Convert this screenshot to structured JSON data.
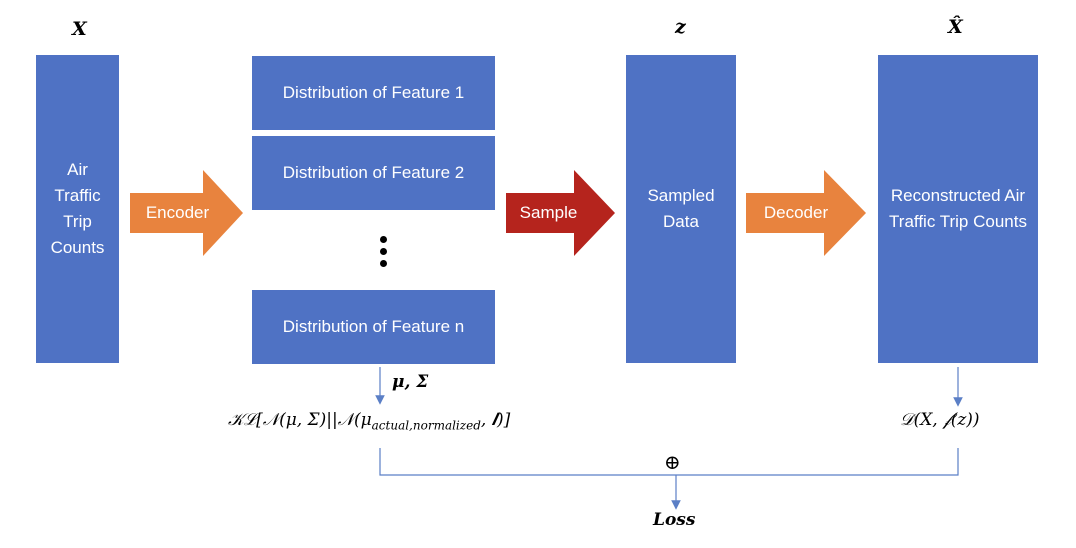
{
  "labels": {
    "x": "X",
    "z": "z",
    "x_hat": "X̂"
  },
  "boxes": {
    "input": "Air Traffic Trip Counts",
    "features": [
      "Distribution of Feature 1",
      "Distribution of Feature 2",
      "Distribution of Feature n"
    ],
    "sampled": "Sampled Data",
    "output": "Reconstructed Air Traffic Trip Counts"
  },
  "arrows": {
    "encoder": "Encoder",
    "sample": "Sample",
    "decoder": "Decoder"
  },
  "params": "μ, Σ",
  "kl_formula": "𝒦ℒ[𝒩(μ, Σ)||𝒩(μ",
  "kl_subscript": "actual,normalized",
  "kl_tail": ", 𝑰)]",
  "recon_formula": "𝒟(X, 𝒻(z))",
  "combine_symbol": "⊕",
  "loss": "Loss",
  "colors": {
    "box": "#4f72c4",
    "encoder_arrow": "#e8833e",
    "sample_arrow": "#b5241d",
    "decoder_arrow": "#e8833e",
    "connector": "#5b7fc6"
  }
}
